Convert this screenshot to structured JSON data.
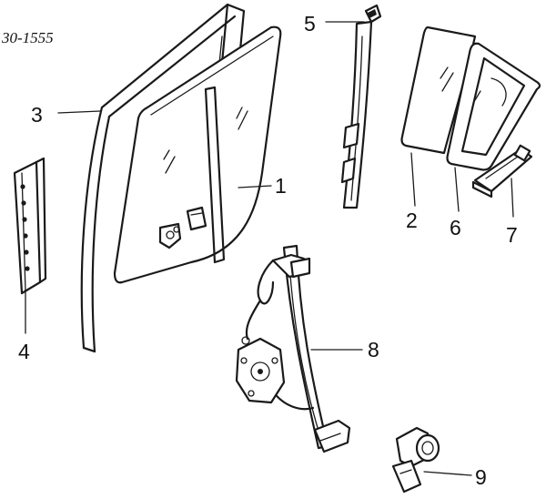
{
  "diagram": {
    "code": "30-1555",
    "callouts": [
      "1",
      "2",
      "3",
      "4",
      "5",
      "6",
      "7",
      "8",
      "9"
    ]
  },
  "colors": {
    "ink": "#1a1a1a",
    "background": "#ffffff"
  }
}
